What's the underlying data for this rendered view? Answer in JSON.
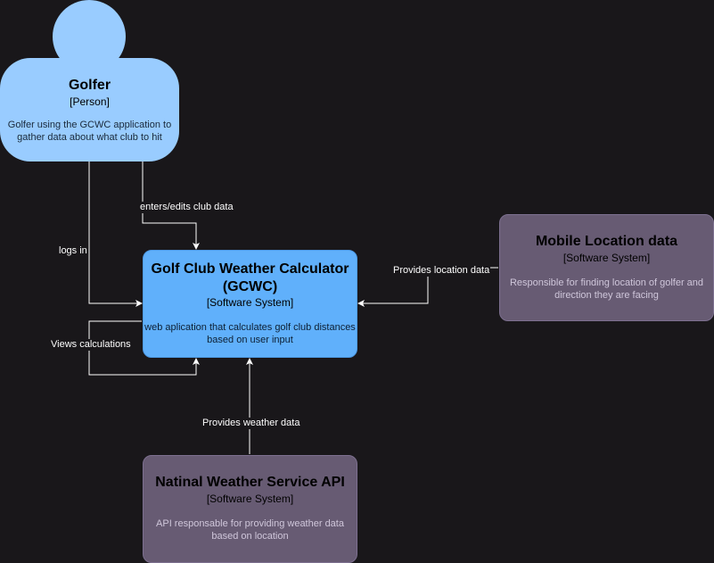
{
  "person": {
    "title": "Golfer",
    "type": "[Person]",
    "description_lines": [
      "Golfer using the GCWC application to",
      "gather data about what club to hit"
    ]
  },
  "main_system": {
    "title_lines": [
      "Golf Club Weather Calculator",
      "(GCWC)"
    ],
    "type": "[Software System]",
    "description_lines": [
      "web aplication that calculates golf club distances",
      "based on user input"
    ]
  },
  "mobile_system": {
    "title": "Mobile Location data",
    "type": "[Software System]",
    "description_lines": [
      "Responsible for finding location of golfer and",
      "direction they are facing"
    ]
  },
  "nws_system": {
    "title": "Natinal Weather Service API",
    "type": "[Software System]",
    "description_lines": [
      "API responsable for providing weather data",
      "based on location"
    ]
  },
  "edges": {
    "enters_edits": "enters/edits club data",
    "logs_in": "logs in",
    "views_calculations": "Views calculations",
    "provides_location": "Provides location data",
    "provides_weather": "Provides weather data"
  },
  "colors": {
    "background": "#19171a",
    "person": "#99ccff",
    "main_system": "#60b0fb",
    "external_system": "#675b73",
    "external_text": "#cfc6da",
    "line": "#ffffff"
  }
}
